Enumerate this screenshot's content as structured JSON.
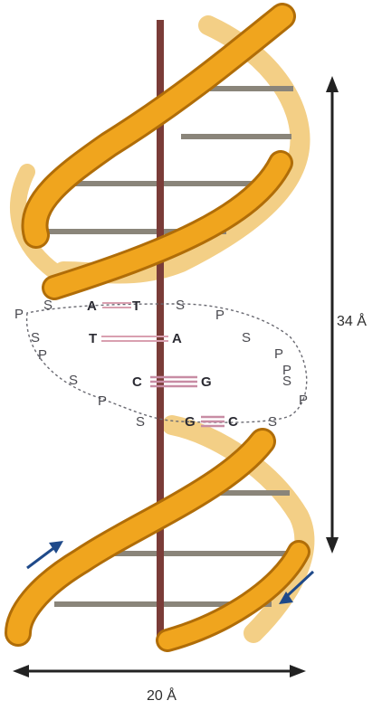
{
  "diagram": {
    "dimensions": {
      "pitch": "34 Å",
      "width": "20 Å"
    },
    "rows": [
      {
        "left": [
          "P",
          "S"
        ],
        "pair": [
          "A",
          "T"
        ],
        "right": [
          "S",
          "P"
        ]
      },
      {
        "left": [
          "S"
        ],
        "pair": [
          "T",
          "A"
        ],
        "right": [
          "S",
          "P"
        ]
      },
      {
        "left": [
          "P",
          "S"
        ],
        "pair": [
          "C",
          "G"
        ],
        "right": [
          "S",
          "P"
        ]
      },
      {
        "left": [
          "P",
          "S"
        ],
        "pair": [
          "G",
          "C"
        ],
        "right": [
          "S",
          "P"
        ]
      }
    ],
    "colors": {
      "ribbon": "#f0a51e",
      "ribbon_back": "#f3cf86",
      "ribbon_edge": "#b06d08",
      "axis": "#7a3c38",
      "rung": "#8a857a",
      "double_bond": "#d9a0b0",
      "triple_bond": "#c88ca4",
      "arrow_blue": "#1f4a8a",
      "dimension_line": "#222222"
    }
  }
}
